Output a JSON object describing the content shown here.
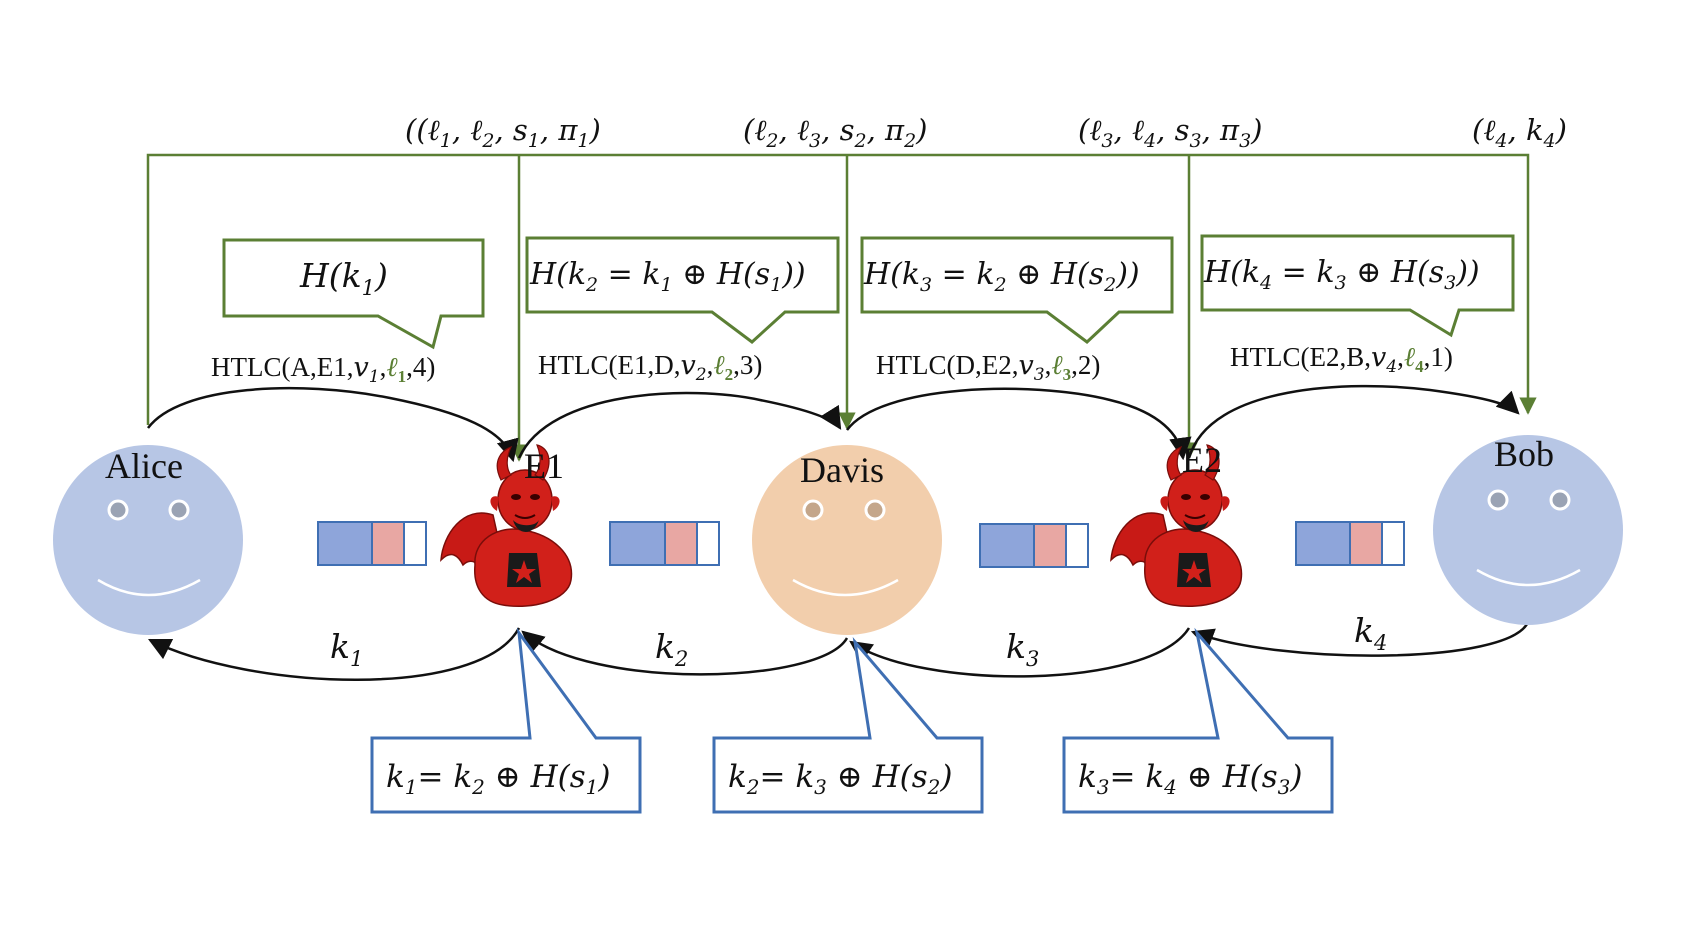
{
  "colors": {
    "green": "#5b7f34",
    "blue": "#3f6fb3",
    "black": "#111111",
    "face_blue": "#b7c6e5",
    "face_peach": "#f2ceac",
    "bar_blue": "#8ea5da",
    "bar_pink": "#e8a7a3",
    "devil_red": "#d1201a"
  },
  "nodes": {
    "alice": "Alice",
    "e1": "E1",
    "davis": "Davis",
    "e2": "E2",
    "bob": "Bob"
  },
  "top_messages": {
    "m1": {
      "open": "((",
      "a": "ℓ",
      "a_sub": "1",
      "b": "ℓ",
      "b_sub": "2",
      "c": "s",
      "c_sub": "1",
      "d": "π",
      "d_sub": "1",
      "close": ")"
    },
    "m2": {
      "open": "(",
      "a": "ℓ",
      "a_sub": "2",
      "b": "ℓ",
      "b_sub": "3",
      "c": "s",
      "c_sub": "2",
      "d": "π",
      "d_sub": "2",
      "close": ")"
    },
    "m3": {
      "open": "(",
      "a": "ℓ",
      "a_sub": "3",
      "b": "ℓ",
      "b_sub": "4",
      "c": "s",
      "c_sub": "3",
      "d": "π",
      "d_sub": "3",
      "close": ")"
    },
    "m4": {
      "open": "(",
      "a": "ℓ",
      "a_sub": "4",
      "b": "k",
      "b_sub": "4",
      "close": ")"
    }
  },
  "hash_callouts": {
    "h1": {
      "text": "H(k",
      "sub": "1",
      "close": ")"
    },
    "h2": {
      "text": "H(k",
      "sub": "2",
      "mid": " = k",
      "sub2": "1",
      "op": " ⊕ H(s",
      "sub3": "1",
      "close": "))"
    },
    "h3": {
      "text": "H(k",
      "sub": "3",
      "mid": " = k",
      "sub2": "2",
      "op": " ⊕ H(s",
      "sub3": "2",
      "close": "))"
    },
    "h4": {
      "text": "H(k",
      "sub": "4",
      "mid": " = k",
      "sub2": "3",
      "op": " ⊕ H(s",
      "sub3": "3",
      "close": "))"
    }
  },
  "htlc": {
    "c1": {
      "pre": "HTLC(A,E1,",
      "v": "v",
      "v_sub": "1",
      "l": "ℓ",
      "l_sub": "1",
      "post": ",4)"
    },
    "c2": {
      "pre": "HTLC(E1,D,",
      "v": "v",
      "v_sub": "2",
      "l": "ℓ",
      "l_sub": "2",
      "post": ",3)"
    },
    "c3": {
      "pre": "HTLC(D,E2,",
      "v": "v",
      "v_sub": "3",
      "l": "ℓ",
      "l_sub": "3",
      "post": ",2)"
    },
    "c4": {
      "pre": "HTLC(E2,B,",
      "v": "v",
      "v_sub": "4",
      "l": "ℓ",
      "l_sub": "4",
      "post": ",1)"
    }
  },
  "return_keys": {
    "k1": {
      "k": "k",
      "sub": "1"
    },
    "k2": {
      "k": "k",
      "sub": "2"
    },
    "k3": {
      "k": "k",
      "sub": "3"
    },
    "k4": {
      "k": "k",
      "sub": "4"
    }
  },
  "key_callouts": {
    "b1": {
      "a": "k",
      "a_sub": "1",
      "eq": "= k",
      "b_sub": "2",
      "op": " ⊕ H(s",
      "s_sub": "1",
      "close": ")"
    },
    "b2": {
      "a": "k",
      "a_sub": "2",
      "eq": "= k",
      "b_sub": "3",
      "op": " ⊕ H(s",
      "s_sub": "2",
      "close": ")"
    },
    "b3": {
      "a": "k",
      "a_sub": "3",
      "eq": "= k",
      "b_sub": "4",
      "op": " ⊕ H(s",
      "s_sub": "3",
      "close": ")"
    }
  }
}
